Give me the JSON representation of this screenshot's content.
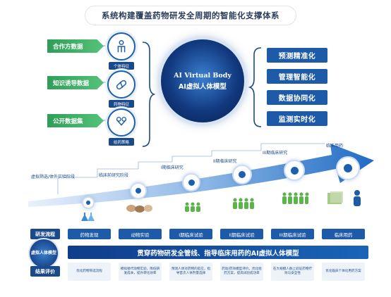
{
  "title": "系统构建覆盖药物研发全周期的智能化支撑体系",
  "sources": [
    {
      "label": "合作方数据",
      "feature": "个体特征",
      "icon": "person-icon"
    },
    {
      "label": "知识诱导数据",
      "feature": "药物特征",
      "icon": "capsule-icon"
    },
    {
      "label": "公开数据集",
      "feature": "给药策略",
      "icon": "pill-icon"
    }
  ],
  "core": {
    "en": "AI Virtual Body",
    "zh": "AI虚拟人体模型"
  },
  "capabilities": [
    "预测精准化",
    "管理智能化",
    "数据协同化",
    "监测实时化"
  ],
  "stages": [
    {
      "label": "虚拟筛选/体外实验阶段"
    },
    {
      "label": "临床前研究阶段"
    },
    {
      "label": "I期临床研究"
    },
    {
      "label": "II期临床研究"
    },
    {
      "label": "III期临床研究"
    },
    {
      "label": "临床用药"
    }
  ],
  "process": {
    "head": "研发流程",
    "cells": [
      "药物发现",
      "动物实验",
      "I期临床试验",
      "II期临床试验",
      "III期临床试验",
      "临床用药"
    ]
  },
  "model_bar": {
    "head": "虚拟人体模型",
    "text": "贯穿药物研发全管线、指导临床用药的AI虚拟人体模型"
  },
  "results": {
    "head": "结果评价",
    "cells": [
      "优化药物筛选流程",
      "模拟替代动物实验，降低研发成本，提升转化效率",
      "预测人体对药物的反应，指导首次人体剂量选择",
      "药动/药效模型评价，优化给药方案，提高试验成功率",
      "在大规模人群上验证药物疗效与安全性",
      "优化临床个体化用药方案"
    ]
  },
  "colors": {
    "primary": "#1a4a8a",
    "accent": "#1d5aa8",
    "green": "#2f9e58"
  }
}
